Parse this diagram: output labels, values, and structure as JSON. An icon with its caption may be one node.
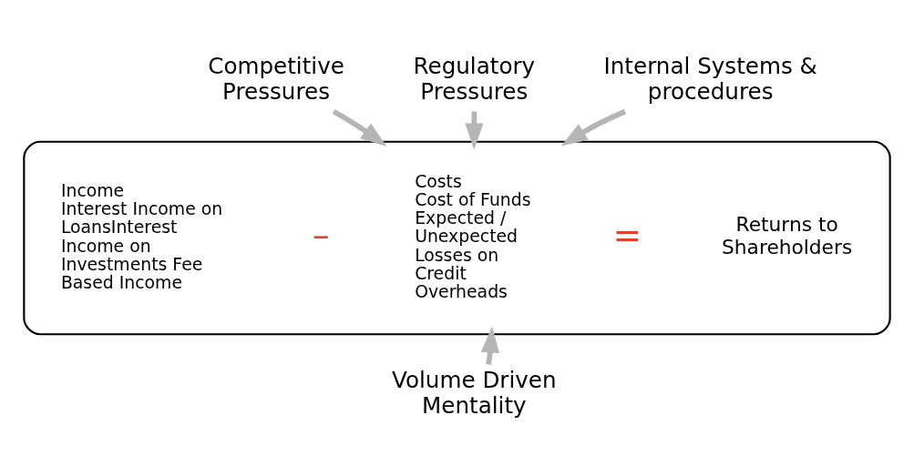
{
  "diagram": {
    "nodes": [
      {
        "text": [],
        "shape": "box"
      },
      {
        "text": [
          "Income",
          "Interest Income on LoansInterest Income on Investments Fee Based Income"
        ],
        "in": 0
      },
      {
        "text": [
          "Costs",
          "Cost of Funds Expected / Unexpected Losses on Credit Overheads"
        ],
        "in": 0
      },
      {
        "text": [
          "Returns to Shareholders"
        ],
        "in": 0
      },
      {
        "text": [
          "Competitive Pressures"
        ]
      },
      {
        "text": [
          "Regulatory Pressures"
        ]
      },
      {
        "text": [
          "Internal Systems & procedures"
        ]
      },
      {
        "text": [
          "Volume Driven Mentality"
        ]
      }
    ],
    "edges": [
      {
        "from": 4,
        "to": 0,
        "arrow": "to"
      },
      {
        "from": 5,
        "to": 0,
        "arrow": "to"
      },
      {
        "from": 6,
        "to": 0,
        "arrow": "to"
      },
      {
        "from": 7,
        "to": 0,
        "arrow": "to"
      }
    ],
    "labels": [
      "–",
      "="
    ]
  }
}
